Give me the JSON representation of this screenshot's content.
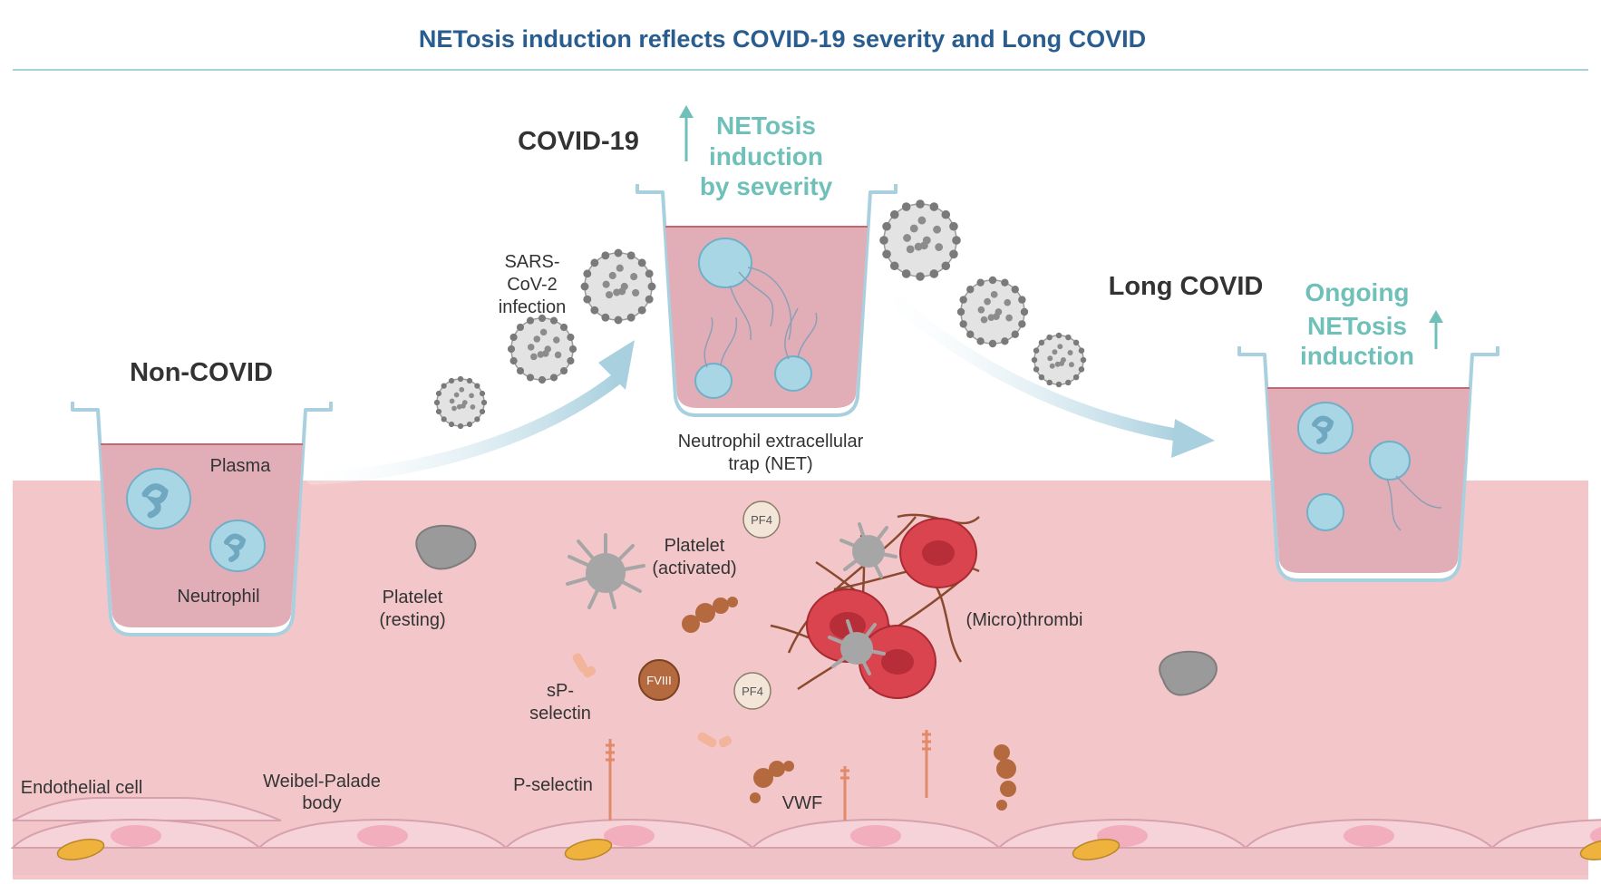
{
  "title": "NETosis induction reflects COVID-19 severity and Long COVID",
  "colors": {
    "title": "#2a5d8f",
    "accent": "#6fc0b8",
    "vessel": "#f3c7c9",
    "plasma": "#e1aeb8",
    "neutrophil": "#a9d6e5",
    "rbc": "#d9444e",
    "platelet": "#9a9a9a",
    "fviii": "#b5693f",
    "wpb": "#efb33d",
    "arrow": "#a9d0df"
  },
  "stages": {
    "non_covid": {
      "label": "Non-COVID",
      "plasma_label": "Plasma",
      "neutrophil_label": "Neutrophil"
    },
    "covid": {
      "label": "COVID-19",
      "netosis_lines": [
        "NETosis",
        "induction",
        "by severity"
      ],
      "net_lines": [
        "Neutrophil extracellular",
        "trap (NET)"
      ]
    },
    "long_covid": {
      "label": "Long COVID",
      "netosis_lines": [
        "Ongoing",
        "NETosis",
        "induction"
      ]
    }
  },
  "infection_lines": [
    "SARS-",
    "CoV-2",
    "infection"
  ],
  "vessel_labels": {
    "platelet_resting": [
      "Platelet",
      "(resting)"
    ],
    "platelet_activated": [
      "Platelet",
      "(activated)"
    ],
    "pf4": "PF4",
    "fviii": "FVIII",
    "sp_selectin": [
      "sP-",
      "selectin"
    ],
    "microthrombi": "(Micro)thrombi",
    "endothelial": "Endothelial cell",
    "weibel_palade": [
      "Weibel-Palade",
      "body"
    ],
    "p_selectin": "P-selectin",
    "vwf": "VWF"
  }
}
